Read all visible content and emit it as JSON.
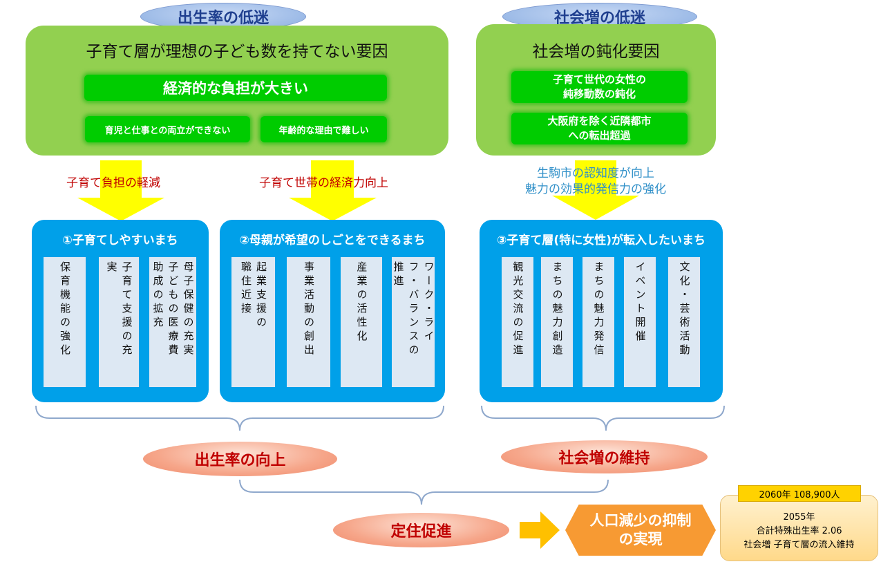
{
  "top": {
    "left_oval": "出生率の低迷",
    "right_oval": "社会増の低迷"
  },
  "left_panel": {
    "title": "子育て層が理想の子ども数を持てない要因",
    "box_main": "経済的な負担が大きい",
    "box_a": "育児と仕事との両立ができない",
    "box_b": "年齢的な理由で難しい"
  },
  "right_panel": {
    "title": "社会増の鈍化要因",
    "box_1": [
      "子育て世代の女性の",
      "純移動数の鈍化"
    ],
    "box_2": [
      "大阪府を除く近隣都市",
      "への転出超過"
    ]
  },
  "arrow_labels": {
    "a": "子育て負担の軽減",
    "b": "子育て世帯の経済力向上",
    "c": [
      "生駒市の認知度が向上",
      "魅力の効果的発信力の強化"
    ]
  },
  "town1": {
    "title": "①子育てしやすいまち",
    "cols": [
      [
        "保育機能の強化"
      ],
      [
        "子育て支援の充",
        "実"
      ],
      [
        "母子保健の充実",
        "子どもの医療費",
        "助成の拡充"
      ]
    ]
  },
  "town2": {
    "title": "②母親が希望のしごとをできるまち",
    "cols": [
      [
        "起業支援の",
        "職住近接"
      ],
      [
        "事業活動の創出"
      ],
      [
        "産業の活性化"
      ],
      [
        "ワーク・ライ",
        "フ・バランスの",
        "推進"
      ]
    ]
  },
  "town3": {
    "title": "③子育て層(特に女性)が転入したいまち",
    "cols": [
      [
        "観光交流の促進"
      ],
      [
        "まちの魅力創造"
      ],
      [
        "まちの魅力発信"
      ],
      [
        "イベント開催"
      ],
      [
        "文化・芸術活動"
      ]
    ]
  },
  "outcomes": {
    "birth": "出生率の向上",
    "social": "社会増の維持",
    "settle": "定住促進",
    "hex": [
      "人口減少の抑制",
      "の実現"
    ]
  },
  "final": {
    "tag": "2060年 108,900人",
    "line1": "2055年",
    "line2": "合計特殊出生率 2.06",
    "line3": "社会増 子育て層の流入維持"
  },
  "colors": {
    "green_panel": "#92d050",
    "green_box": "#00cc00",
    "blue_panel": "#00a0e9",
    "arrow_yellow": "#ffff00",
    "hex_orange": "#f79a33",
    "text_red": "#c00000",
    "text_blue": "#2f8fc8"
  }
}
